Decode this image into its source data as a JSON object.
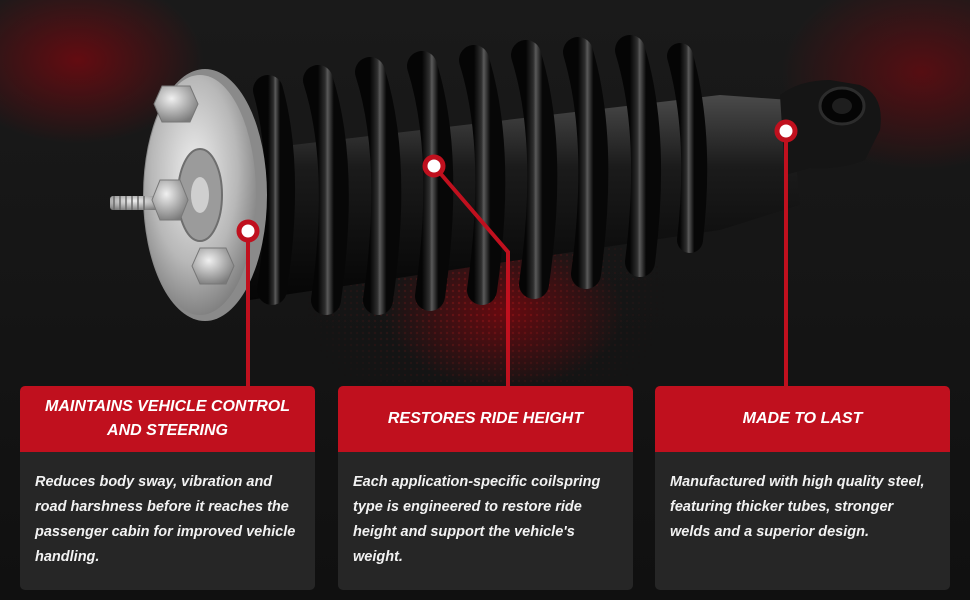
{
  "features": [
    {
      "title": "MAINTAINS VEHICLE CONTROL AND STEERING",
      "description": "Reduces body sway, vibration and road harshness before it reaches the passenger cabin for improved vehicle handling."
    },
    {
      "title": "RESTORES RIDE HEIGHT",
      "description": "Each application-specific coilspring type is engineered to restore ride height and support the vehicle's weight."
    },
    {
      "title": "MADE TO LAST",
      "description": "Manufactured with high quality steel, featuring thicker tubes, stronger welds and a superior design."
    }
  ],
  "colors": {
    "accent": "#c0101e",
    "card_body": "#262626",
    "background": "#141414"
  }
}
